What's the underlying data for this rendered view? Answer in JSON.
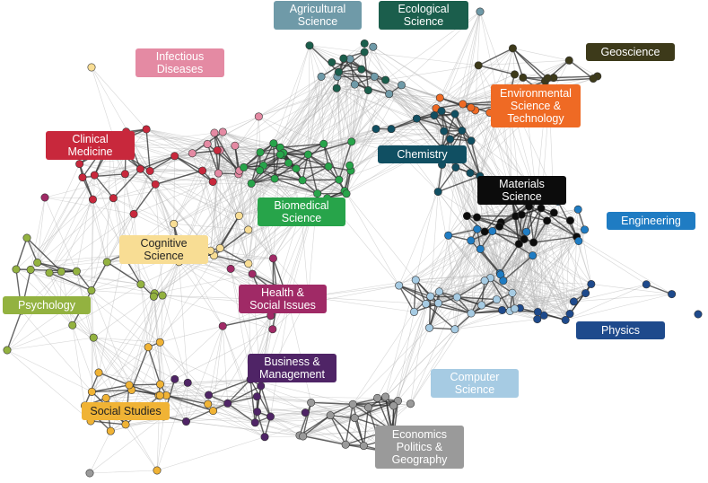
{
  "colors": {
    "agricultural": "#6f9aa8",
    "ecological": "#1b5e4c",
    "geoscience": "#3d3a1a",
    "environmental": "#ef6a24",
    "infectious": "#e48aa3",
    "clinical": "#c8283c",
    "chemistry": "#104f62",
    "materials": "#0c0c0c",
    "biomedical": "#27a44a",
    "engineering": "#1f7cc3",
    "cognitive": "#f8dd94",
    "psychology": "#93b240",
    "health": "#a02a66",
    "physics": "#1e4a8c",
    "business": "#4f2466",
    "computer": "#a6cbe3",
    "social": "#f0b335",
    "economics": "#9a9a9a"
  },
  "labels": [
    {
      "id": "agricultural",
      "lines": [
        "Agricultural",
        "Science"
      ],
      "text_color": "#ffffff"
    },
    {
      "id": "ecological",
      "lines": [
        "Ecological",
        "Science"
      ],
      "text_color": "#ffffff"
    },
    {
      "id": "geoscience",
      "lines": [
        "Geoscience"
      ],
      "text_color": "#ffffff"
    },
    {
      "id": "environmental",
      "lines": [
        "Environmental",
        "Science &",
        "Technology"
      ],
      "text_color": "#ffffff"
    },
    {
      "id": "infectious",
      "lines": [
        "Infectious",
        "Diseases"
      ],
      "text_color": "#ffffff"
    },
    {
      "id": "clinical",
      "lines": [
        "Clinical",
        "Medicine"
      ],
      "text_color": "#ffffff"
    },
    {
      "id": "chemistry",
      "lines": [
        "Chemistry"
      ],
      "text_color": "#ffffff"
    },
    {
      "id": "materials",
      "lines": [
        "Materials",
        "Science"
      ],
      "text_color": "#ffffff"
    },
    {
      "id": "biomedical",
      "lines": [
        "Biomedical",
        "Science"
      ],
      "text_color": "#ffffff"
    },
    {
      "id": "engineering",
      "lines": [
        "Engineering"
      ],
      "text_color": "#ffffff"
    },
    {
      "id": "cognitive",
      "lines": [
        "Cognitive",
        "Science"
      ],
      "text_color": "#222222"
    },
    {
      "id": "psychology",
      "lines": [
        "Psychology"
      ],
      "text_color": "#ffffff"
    },
    {
      "id": "health",
      "lines": [
        "Health &",
        "Social Issues"
      ],
      "text_color": "#ffffff"
    },
    {
      "id": "physics",
      "lines": [
        "Physics"
      ],
      "text_color": "#ffffff"
    },
    {
      "id": "business",
      "lines": [
        "Business &",
        "Management"
      ],
      "text_color": "#ffffff"
    },
    {
      "id": "computer",
      "lines": [
        "Computer",
        "Science"
      ],
      "text_color": "#ffffff"
    },
    {
      "id": "social",
      "lines": [
        "Social Studies"
      ],
      "text_color": "#222222"
    },
    {
      "id": "economics",
      "lines": [
        "Economics",
        "Politics &",
        "Geography"
      ],
      "text_color": "#ffffff"
    }
  ]
}
